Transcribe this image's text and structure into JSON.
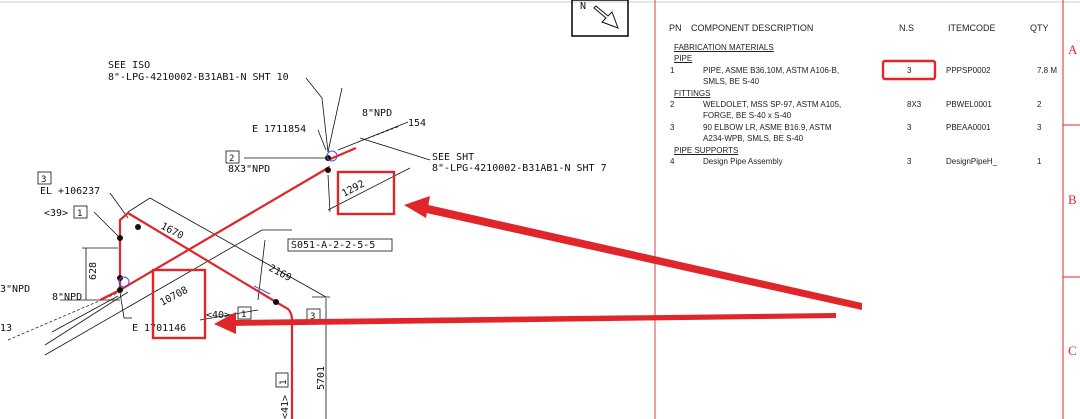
{
  "drawing": {
    "compass_letter": "N",
    "labels": {
      "see_iso_1": "SEE ISO",
      "see_iso_2": "8\"-LPG-4210002-B31AB1-N SHT 10",
      "see_sht_1": "SEE SHT",
      "see_sht_2": "8\"-LPG-4210002-B31AB1-N SHT 7",
      "npd_top": "8\"NPD",
      "e_top": "E 1711854",
      "dim_154": "154",
      "tag_2": "2",
      "weldolet": "8X3\"NPD",
      "dim_1292": "1292",
      "tag_3_left": "3",
      "el": "EL +106237",
      "pos39": "<39>",
      "tag_1_left": "1",
      "dim_1670": "1670",
      "support_ref": "S051-A-2-2-5-5",
      "dim_628": "628",
      "dim_2169": "2169",
      "npd_left_cut": "3\"NPD",
      "npd_left": "8\"NPD",
      "dim_10708": "10708",
      "pos40": "<40>",
      "tag_1_mid": "1",
      "tag_3_right": "3",
      "num_cut": "13",
      "e_bottom": "E 1701146",
      "dim_5701": "5701",
      "pos41": "<41>",
      "tag_1_bottom": "1"
    }
  },
  "bom": {
    "headers": {
      "pn": "PN",
      "desc": "COMPONENT DESCRIPTION",
      "ns": "N.S",
      "code": "ITEMCODE",
      "qty": "QTY"
    },
    "section_fab": "FABRICATION MATERIALS",
    "groups": {
      "pipe": "PIPE",
      "fittings": "FITTINGS",
      "supports": "PIPE SUPPORTS"
    },
    "rows": [
      {
        "pn": "1",
        "desc": [
          "PIPE, ASME B36.10M, ASTM A106-B,",
          "SMLS, BE S-40"
        ],
        "ns": "3",
        "code": "PPPSP0002",
        "qty": "7.8 M"
      },
      {
        "pn": "2",
        "desc": [
          "WELDOLET, MSS SP-97, ASTM A105,",
          "FORGE, BE S-40 x S-40"
        ],
        "ns": "8X3",
        "code": "PBWEL0001",
        "qty": "2"
      },
      {
        "pn": "3",
        "desc": [
          "90 ELBOW LR, ASME B16.9, ASTM",
          "A234-WPB, SMLS, BE S-40"
        ],
        "ns": "3",
        "code": "PBEAA0001",
        "qty": "3"
      },
      {
        "pn": "4",
        "desc": [
          "Design Pipe Assembly"
        ],
        "ns": "3",
        "code": "DesignPipeH_",
        "qty": "1"
      }
    ]
  },
  "border": {
    "zone_a": "A",
    "zone_b": "B",
    "zone_c": "C"
  },
  "colors": {
    "pipe": "#e0262a",
    "line": "#111111",
    "annotation": "#e0262a",
    "paper": "#ffffff"
  }
}
